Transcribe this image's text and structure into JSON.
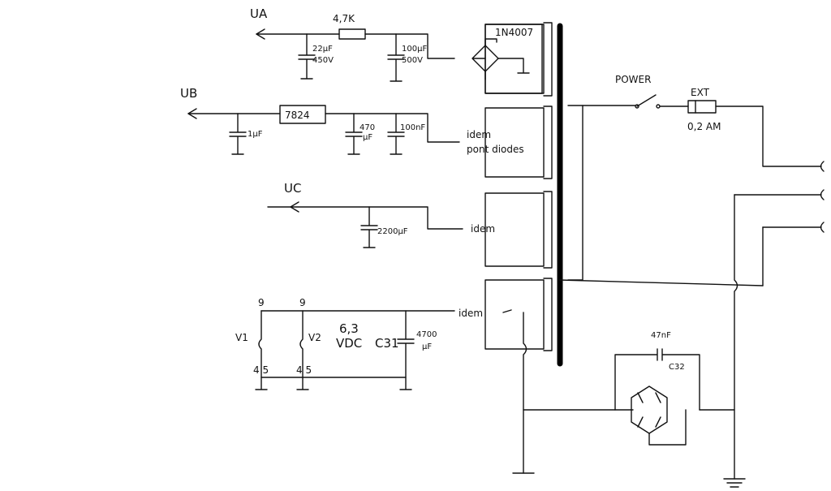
{
  "rails": {
    "ua": "UA",
    "ub": "UB",
    "uc": "UC"
  },
  "components": {
    "resistor": "4,7K",
    "bridge_part": "1N4007",
    "regulator": "7824",
    "c_22uf": [
      "22µF",
      "450V"
    ],
    "c_100uf": [
      "100µF",
      "500V"
    ],
    "c_1uf": "1µF",
    "c_470uf": [
      "470",
      "µF"
    ],
    "c_100nf": "100nF",
    "c_2200uf": "2200µF",
    "c_4700uf": [
      "4700",
      "µF"
    ],
    "c_47nf": "47nF",
    "c_32": "C32",
    "c_31": "C31"
  },
  "notes": {
    "idem_diodes": [
      "idem",
      "pont diodes"
    ],
    "idem": "idem",
    "voltage": [
      "6,3",
      "VDC"
    ]
  },
  "heaters": {
    "v1": "V1",
    "v2": "V2",
    "pin9": "9",
    "pin45": "4 5"
  },
  "mains": {
    "power": "POWER",
    "ext": "EXT",
    "fuse": "0,2 AM"
  }
}
